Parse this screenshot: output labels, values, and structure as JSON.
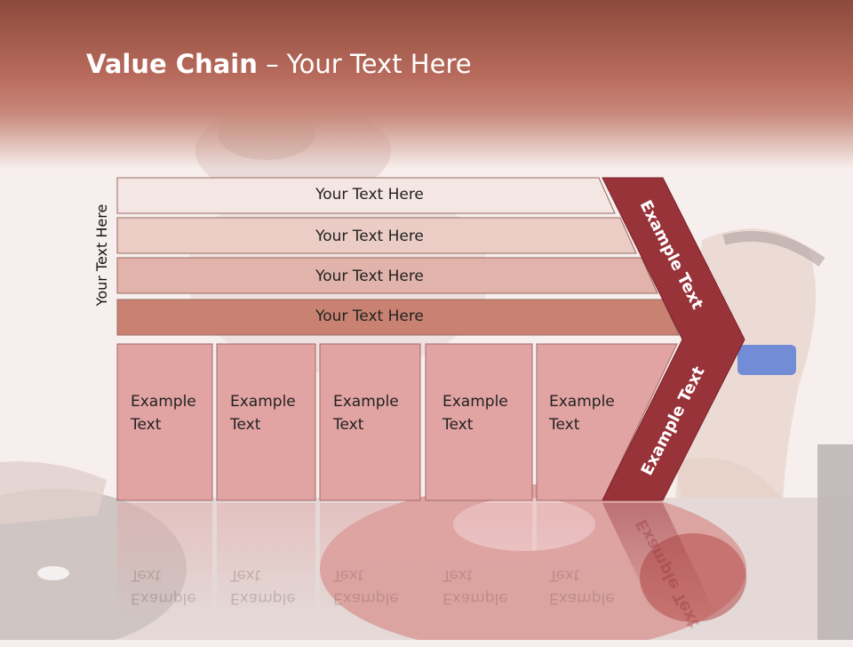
{
  "slide": {
    "title_bold": "Value Chain",
    "title_rest": " – Your Text Here",
    "side_label": "Your Text Here",
    "rows": [
      "Your Text Here",
      "Your Text Here",
      "Your Text Here",
      "Your Text Here"
    ],
    "columns": [
      "Example\nText",
      "Example\nText",
      "Example\nText",
      "Example\nText",
      "Example\nText"
    ],
    "chevron_top": "Example Text",
    "chevron_bottom": "Example Text"
  },
  "colors": {
    "header": "#b86b5c",
    "row_1": "#f4e6e3",
    "row_2": "#ebcdc6",
    "row_3": "#e1b3aa",
    "row_4": "#c98272",
    "column_fill": "#e2a3a3",
    "chevron": "#98333a"
  }
}
